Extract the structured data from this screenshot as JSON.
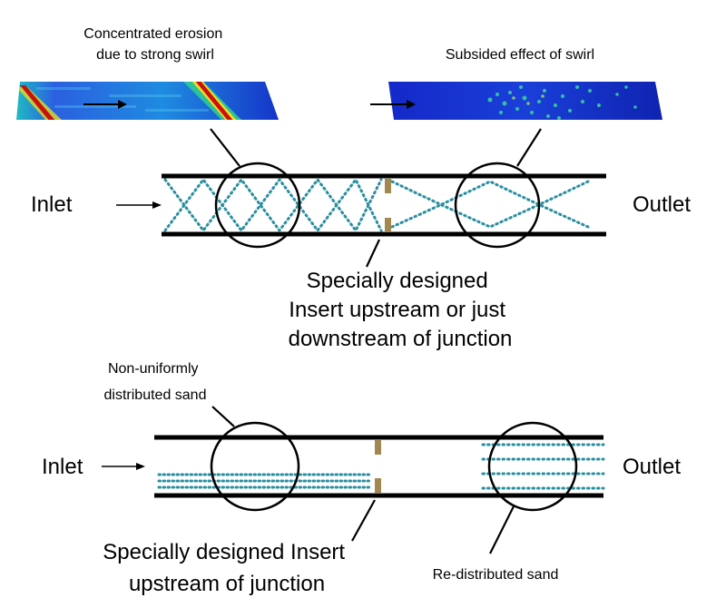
{
  "top_panel": {
    "caption_left": [
      "Concentrated erosion",
      "due to strong swirl"
    ],
    "caption_right": "Subsided effect of swirl",
    "inlet_label": "Inlet",
    "outlet_label": "Outlet",
    "insert_caption": [
      "Specially designed",
      "Insert upstream or just",
      "downstream of junction"
    ]
  },
  "bottom_panel": {
    "caption_left": [
      "Non-uniformly",
      "distributed sand"
    ],
    "inlet_label": "Inlet",
    "outlet_label": "Outlet",
    "insert_caption": [
      "Specially designed Insert",
      "upstream of junction"
    ],
    "caption_right": "Re-distributed sand"
  },
  "colors": {
    "pipe": "#000000",
    "flow_dots": "#2a8fa0",
    "insert": "#a08850",
    "heatmap_low": "#1a2fd0",
    "heatmap_mid": "#33cc99",
    "heatmap_high": "#cc1010"
  }
}
